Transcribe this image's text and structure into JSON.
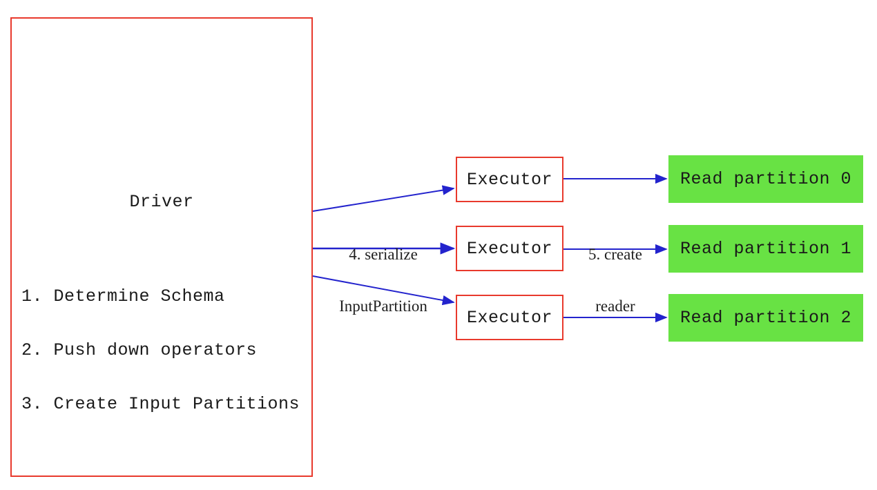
{
  "diagram": {
    "driver": {
      "title": "Driver",
      "steps": [
        "1. Determine Schema",
        "2. Push down operators",
        "3. Create Input Partitions"
      ]
    },
    "executors": [
      {
        "label": "Executor"
      },
      {
        "label": "Executor"
      },
      {
        "label": "Executor"
      }
    ],
    "partitions": [
      {
        "label": "Read partition 0"
      },
      {
        "label": "Read partition 1"
      },
      {
        "label": "Read partition 2"
      }
    ],
    "arrow_labels": {
      "serialize": {
        "line1": "4. serialize",
        "line2": "InputPartition"
      },
      "create_reader": {
        "line1": "5. create",
        "line2": "reader"
      }
    },
    "colors": {
      "box_border_red": "#e8392c",
      "partition_green": "#68e244",
      "arrow_blue": "#2323cd",
      "text_black": "#1a1a1a"
    }
  }
}
